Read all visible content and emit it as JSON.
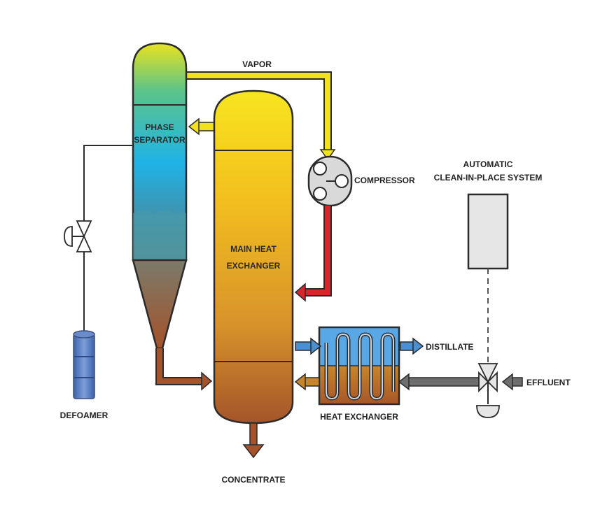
{
  "labels": {
    "vapor": "VAPOR",
    "phase_separator_1": "PHASE",
    "phase_separator_2": "SEPARATOR",
    "main_heat_exchanger_1": "MAIN HEAT",
    "main_heat_exchanger_2": "EXCHANGER",
    "compressor": "COMPRESSOR",
    "cip_1": "AUTOMATIC",
    "cip_2": "CLEAN-IN-PLACE SYSTEM",
    "distillate": "DISTILLATE",
    "effluent": "EFFLUENT",
    "heat_exchanger": "HEAT EXCHANGER",
    "defoamer": "DEFOAMER",
    "concentrate": "CONCENTRATE"
  },
  "colors": {
    "vapor": "#f2e21c",
    "hot_vapor": "#d7262b",
    "concentrate": "#a5532a",
    "distillate": "#4a8fd0",
    "effluent": "#6e6e6e",
    "outline": "#2b2b2b",
    "defoamer_drum": "#5a7fc2"
  }
}
